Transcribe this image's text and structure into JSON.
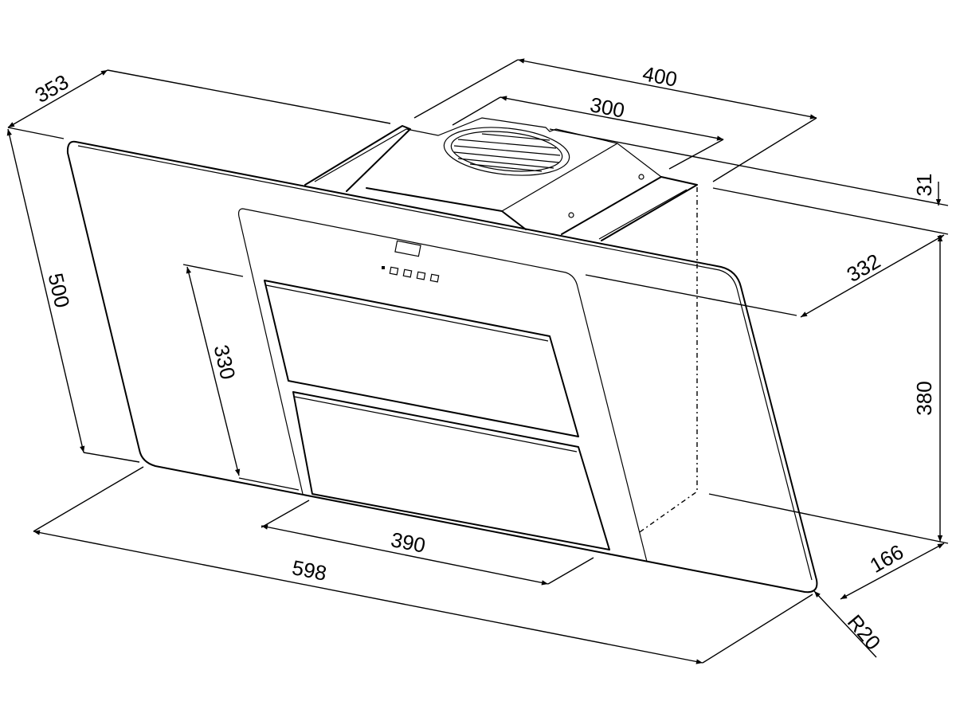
{
  "drawing": {
    "title": "Cooker hood dimension drawing",
    "dimensions": {
      "depth_top": "353",
      "width_top": "400",
      "outlet_width": "300",
      "offset_top": "31",
      "depth_mid": "332",
      "height_glass": "500",
      "height_inner": "330",
      "height_body": "380",
      "width_inner": "390",
      "width_total": "598",
      "depth_bottom": "166",
      "radius": "R20"
    },
    "line_color": "#000000",
    "background": "#ffffff"
  }
}
